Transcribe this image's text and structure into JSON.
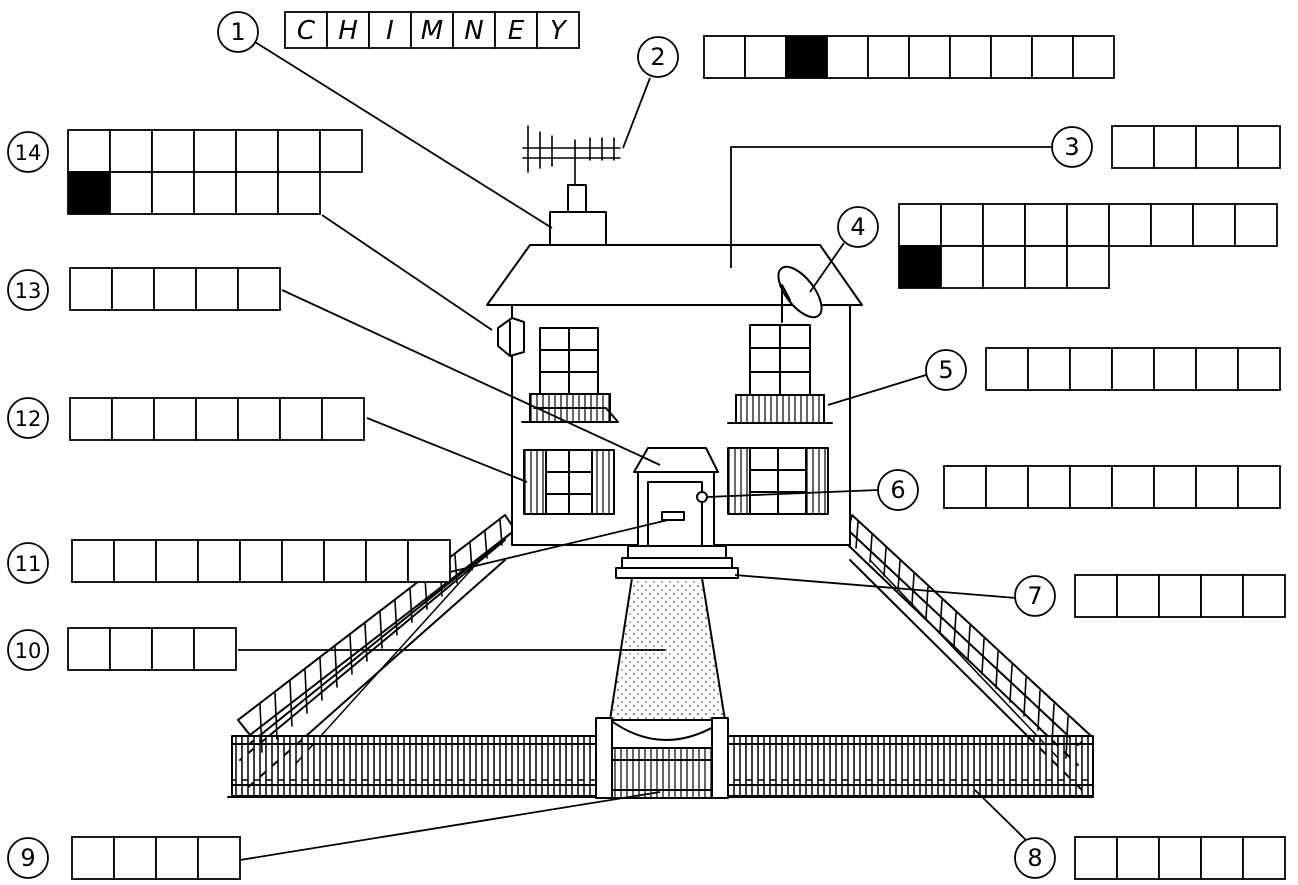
{
  "puzzle": {
    "labels": [
      {
        "number": "1",
        "letters": [
          "C",
          "H",
          "I",
          "M",
          "N",
          "E",
          "Y"
        ],
        "shaded": []
      },
      {
        "number": "2",
        "letters": [
          "",
          "",
          "",
          "",
          "",
          "",
          "",
          "",
          "",
          ""
        ],
        "shaded": [
          2
        ]
      },
      {
        "number": "3",
        "letters": [
          "",
          "",
          "",
          ""
        ],
        "shaded": []
      },
      {
        "number": "4",
        "letters": [
          "",
          "",
          "",
          "",
          "",
          "",
          "",
          "",
          "",
          "",
          "",
          "",
          "",
          ""
        ],
        "shaded": [
          9
        ]
      },
      {
        "number": "5",
        "letters": [
          "",
          "",
          "",
          "",
          "",
          "",
          ""
        ],
        "shaded": []
      },
      {
        "number": "6",
        "letters": [
          "",
          "",
          "",
          "",
          "",
          "",
          "",
          ""
        ],
        "shaded": []
      },
      {
        "number": "7",
        "letters": [
          "",
          "",
          "",
          "",
          ""
        ],
        "shaded": []
      },
      {
        "number": "8",
        "letters": [
          "",
          "",
          "",
          "",
          ""
        ],
        "shaded": []
      },
      {
        "number": "9",
        "letters": [
          "",
          "",
          "",
          ""
        ],
        "shaded": []
      },
      {
        "number": "10",
        "letters": [
          "",
          "",
          "",
          ""
        ],
        "shaded": []
      },
      {
        "number": "11",
        "letters": [
          "",
          "",
          "",
          "",
          "",
          "",
          "",
          "",
          "",
          ""
        ],
        "shaded": []
      },
      {
        "number": "12",
        "letters": [
          "",
          "",
          "",
          "",
          "",
          "",
          ""
        ],
        "shaded": []
      },
      {
        "number": "13",
        "letters": [
          "",
          "",
          "",
          "",
          ""
        ],
        "shaded": []
      },
      {
        "number": "14",
        "letters": [
          "",
          "",
          "",
          "",
          "",
          "",
          "",
          "",
          "",
          "",
          "",
          "",
          ""
        ],
        "shaded": [
          7
        ]
      }
    ]
  }
}
